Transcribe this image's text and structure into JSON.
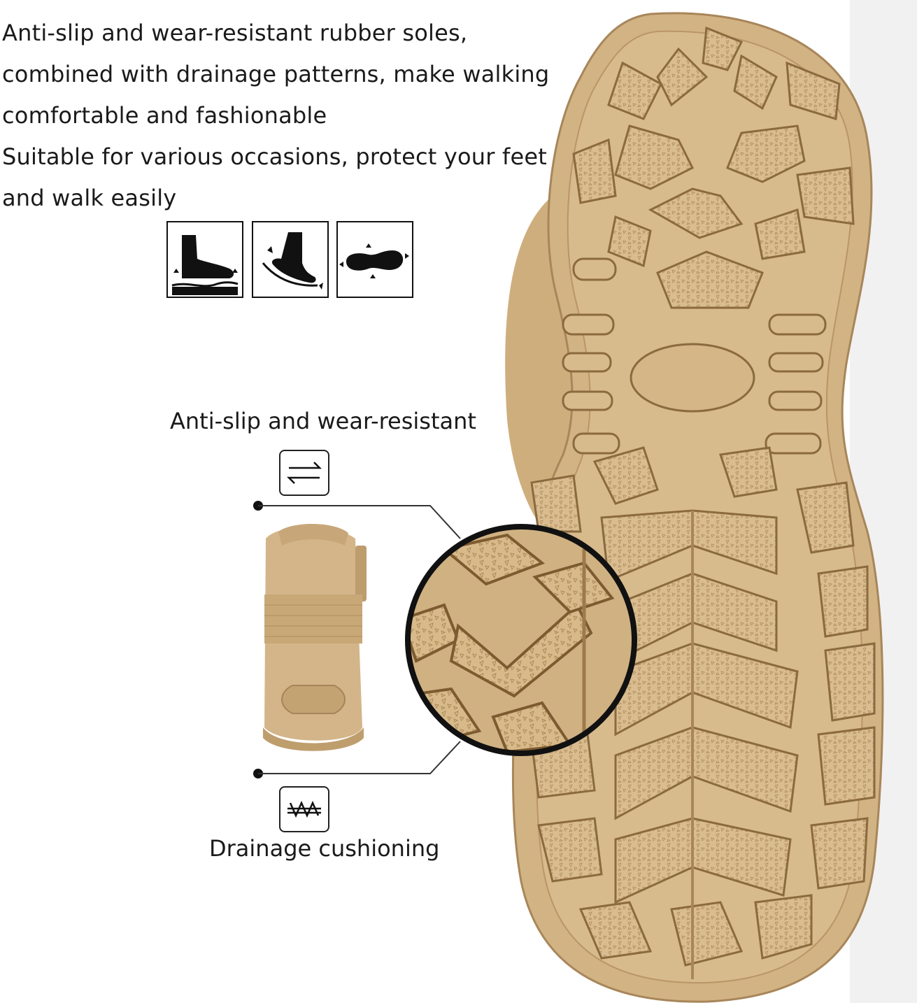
{
  "intro": {
    "lines": [
      "Anti-slip and wear-resistant rubber soles,",
      "combined with drainage patterns, make walking",
      "comfortable and fashionable",
      "Suitable for various occasions, protect your feet",
      "and walk easily"
    ]
  },
  "feature_icons": [
    "foot-flat-icon",
    "foot-flex-icon",
    "sole-outline-icon"
  ],
  "callouts": {
    "top_label": "Anti-slip and wear-resistant",
    "top_icon": "swap-arrows-icon",
    "bottom_label": "Drainage cushioning",
    "bottom_icon": "wave-cushion-icon"
  },
  "colors": {
    "sole": "#d6b88a",
    "sole_dark": "#8a6a3e",
    "text": "#1a1a1a"
  }
}
